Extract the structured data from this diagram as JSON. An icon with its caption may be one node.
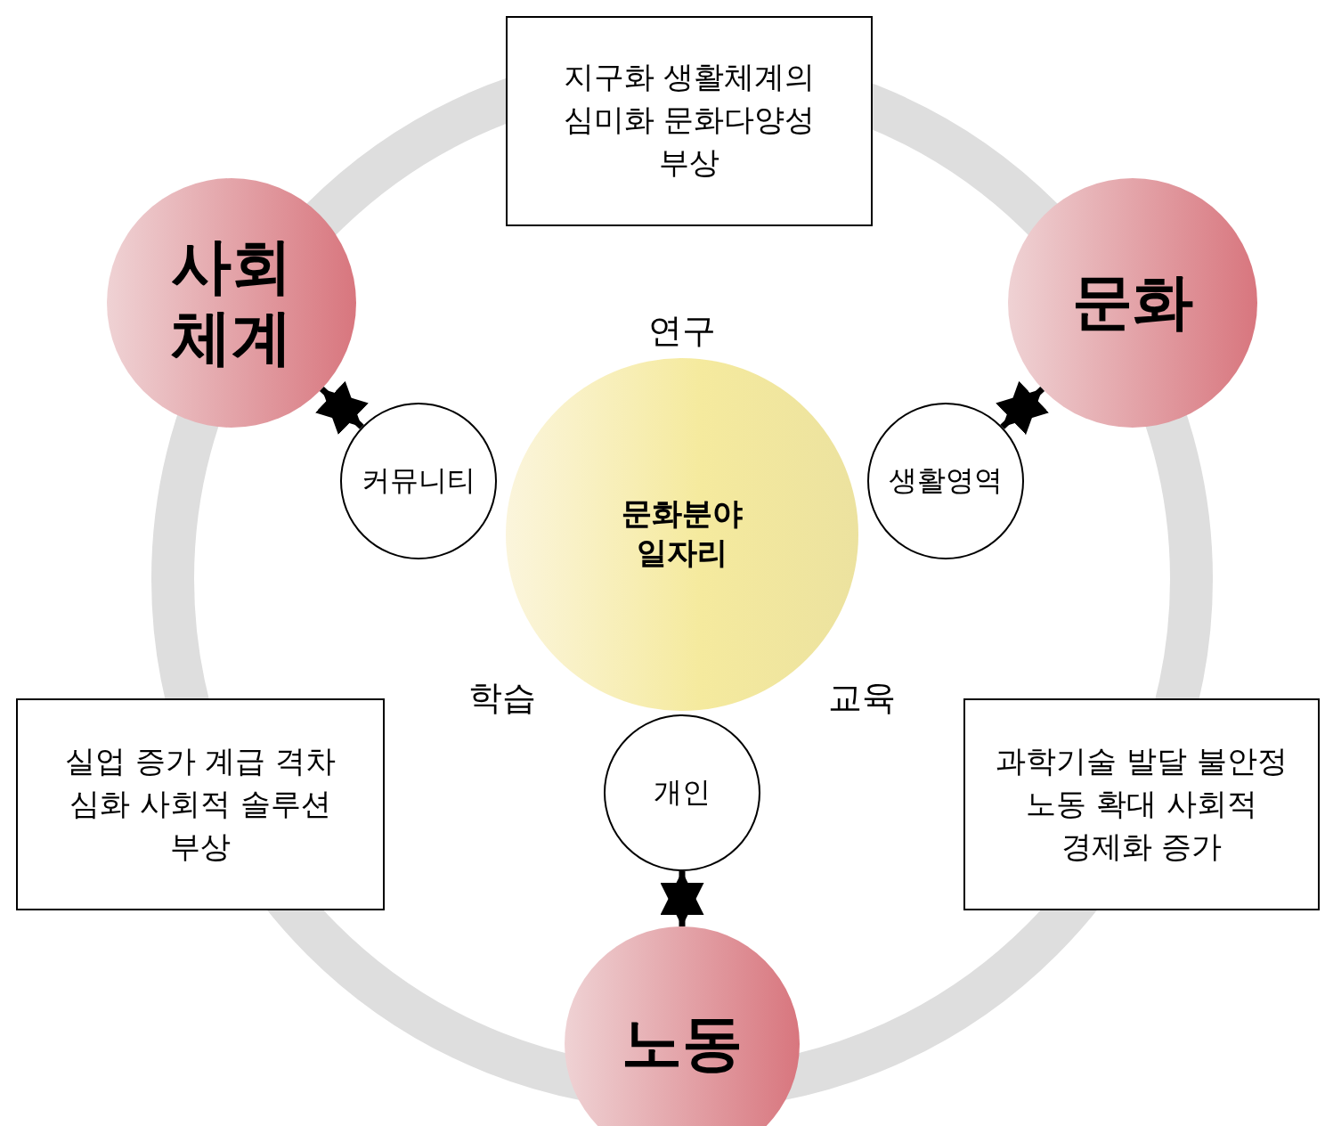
{
  "diagram": {
    "nodes": [
      {
        "text": [
          "지구화 생활체계의 심미화 문화다양성 부상"
        ]
      },
      {
        "text": [
          "사회 체계"
        ]
      },
      {
        "text": [
          "문화"
        ]
      },
      {
        "text": [
          "문화분야 일자리"
        ]
      },
      {
        "text": [
          "커뮤니티"
        ]
      },
      {
        "text": [
          "생활영역"
        ]
      },
      {
        "text": [
          "개인"
        ]
      },
      {
        "text": [
          "실업 증가 계급 격차 심화 사회적 솔루션 부상"
        ]
      },
      {
        "text": [
          "과학기술 발달 불안정 노동 확대 사회적 경제화 증가"
        ]
      },
      {
        "text": [
          "노동"
        ]
      }
    ],
    "edges": [
      {
        "from": 4,
        "to": 1,
        "arrow": "both"
      },
      {
        "from": 5,
        "to": 2,
        "arrow": "both"
      },
      {
        "from": 6,
        "to": 9,
        "arrow": "both"
      }
    ],
    "labels": [
      "연구",
      "학습",
      "교육"
    ]
  }
}
